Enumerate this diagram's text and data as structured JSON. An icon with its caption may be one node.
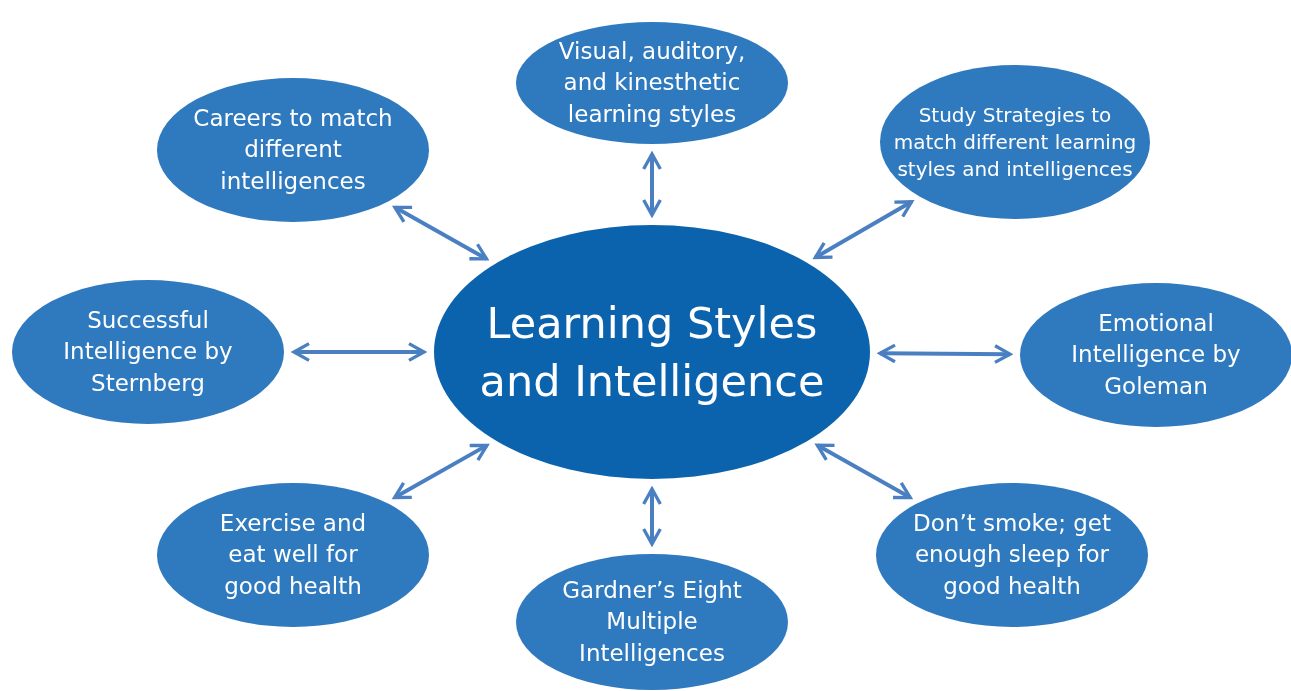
{
  "diagram": {
    "nodes": [
      {
        "text": [
          "Learning Styles and Intelligence"
        ]
      },
      {
        "text": [
          "Careers to match different intelligences"
        ]
      },
      {
        "text": [
          "Visual, auditory, and kinesthetic learning styles"
        ]
      },
      {
        "text": [
          "Study Strategies to match different learning styles and intelligences"
        ]
      },
      {
        "text": [
          "Successful Intelligence by Sternberg"
        ]
      },
      {
        "text": [
          "Emotional Intelligence by Goleman"
        ]
      },
      {
        "text": [
          "Exercise and eat well for good health"
        ]
      },
      {
        "text": [
          "Don’t smoke; get enough sleep for good health"
        ]
      },
      {
        "text": [
          "Gardner’s Eight Multiple Intelligences"
        ]
      }
    ],
    "edges": [
      {
        "from": 0,
        "to": 1,
        "arrow": "both"
      },
      {
        "from": 0,
        "to": 2,
        "arrow": "both"
      },
      {
        "from": 0,
        "to": 3,
        "arrow": "both"
      },
      {
        "from": 0,
        "to": 4,
        "arrow": "both"
      },
      {
        "from": 0,
        "to": 5,
        "arrow": "both"
      },
      {
        "from": 0,
        "to": 6,
        "arrow": "both"
      },
      {
        "from": 0,
        "to": 7,
        "arrow": "both"
      },
      {
        "from": 0,
        "to": 8,
        "arrow": "both"
      }
    ]
  }
}
